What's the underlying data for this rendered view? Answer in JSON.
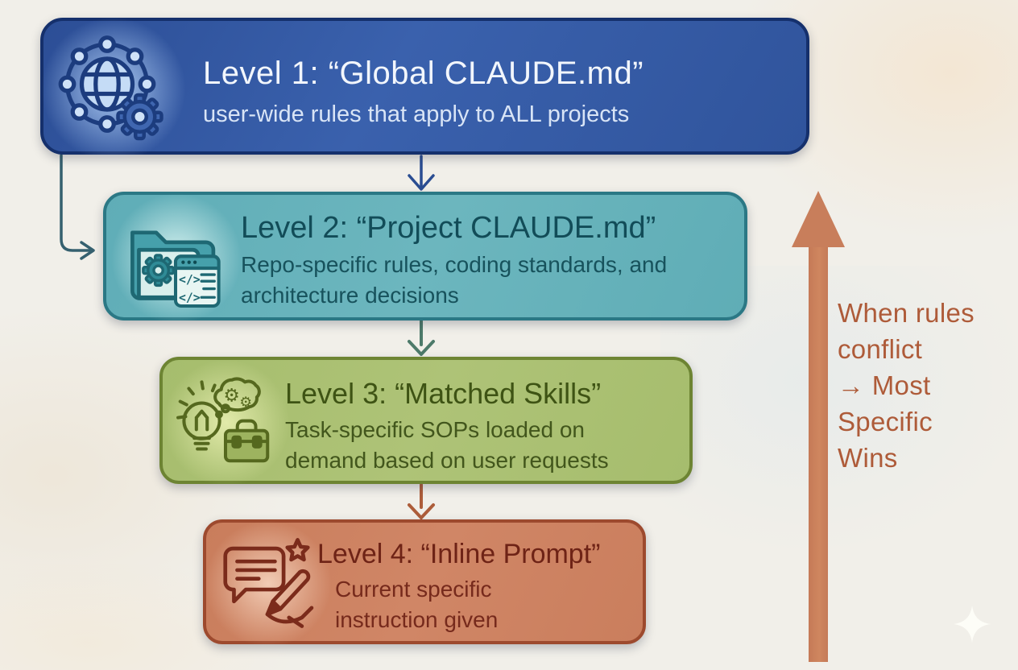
{
  "diagram": {
    "background_color": "#f1efe9",
    "levels": [
      {
        "id": "level-1",
        "title": "Level 1: “Global CLAUDE.md”",
        "subtitle": "user-wide rules that apply to ALL projects",
        "icon": "network-globe-gear-icon",
        "fill_color": "#31559e",
        "border_color": "#15306c",
        "text_color": "#f2f6fc"
      },
      {
        "id": "level-2",
        "title": "Level 2: “Project CLAUDE.md”",
        "subtitle": "Repo-specific rules, coding standards, and architecture decisions",
        "icon": "folder-code-gear-icon",
        "fill_color": "#64b1ba",
        "border_color": "#2b7885",
        "text_color": "#124c58"
      },
      {
        "id": "level-3",
        "title": "Level 3: “Matched Skills”",
        "subtitle": "Task-specific SOPs loaded on demand based on user requests",
        "icon": "lightbulb-gears-toolbox-icon",
        "fill_color": "#a9bf72",
        "border_color": "#6d8433",
        "text_color": "#3e5314"
      },
      {
        "id": "level-4",
        "title": "Level 4: “Inline Prompt”",
        "subtitle": "Current specific instruction given",
        "icon": "chat-star-writing-icon",
        "fill_color": "#cc8160",
        "border_color": "#9d4a2e",
        "text_color": "#6e2316"
      }
    ],
    "connectors": {
      "level1_to_level2_center_color": "#2a4d92",
      "level1_to_level2_elbow_color": "#35606f",
      "level2_to_level3_color": "#4d7a6a",
      "level3_to_level4_color": "#ad5d3a"
    },
    "priority_note": {
      "text": "When rules conflict → Most Specific Wins",
      "lines": [
        "When rules",
        "conflict",
        "→ Most",
        "Specific",
        "Wins"
      ],
      "text_color": "#ae5b39",
      "arrow_color": "#c87e5b",
      "arrow_direction": "up"
    }
  }
}
